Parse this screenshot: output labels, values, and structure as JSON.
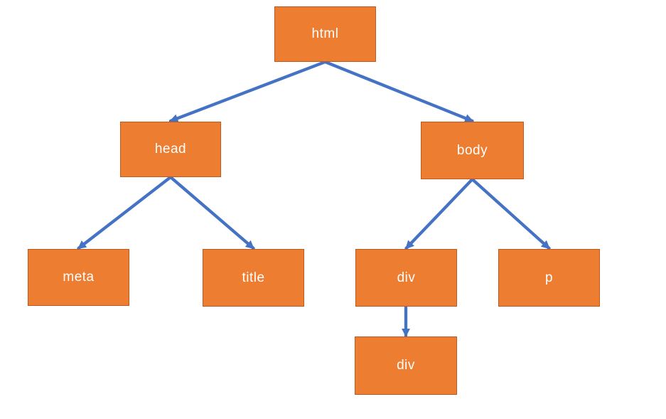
{
  "diagram": {
    "description": "HTML DOM tree diagram",
    "colors": {
      "background": "#FFFFFF",
      "node_fill": "#ED7D31",
      "node_border": "#C0591B",
      "node_text": "#FFFFFF",
      "arrow": "#4472C4"
    },
    "nodes": [
      {
        "id": "html",
        "label": "html"
      },
      {
        "id": "head",
        "label": "head"
      },
      {
        "id": "body",
        "label": "body"
      },
      {
        "id": "meta",
        "label": "meta"
      },
      {
        "id": "title",
        "label": "title"
      },
      {
        "id": "div",
        "label": "div"
      },
      {
        "id": "p",
        "label": "p"
      },
      {
        "id": "div2",
        "label": "div"
      }
    ],
    "edges": [
      {
        "from": "html",
        "to": "head"
      },
      {
        "from": "html",
        "to": "body"
      },
      {
        "from": "head",
        "to": "meta"
      },
      {
        "from": "head",
        "to": "title"
      },
      {
        "from": "body",
        "to": "div"
      },
      {
        "from": "body",
        "to": "p"
      },
      {
        "from": "div",
        "to": "div2"
      }
    ]
  }
}
